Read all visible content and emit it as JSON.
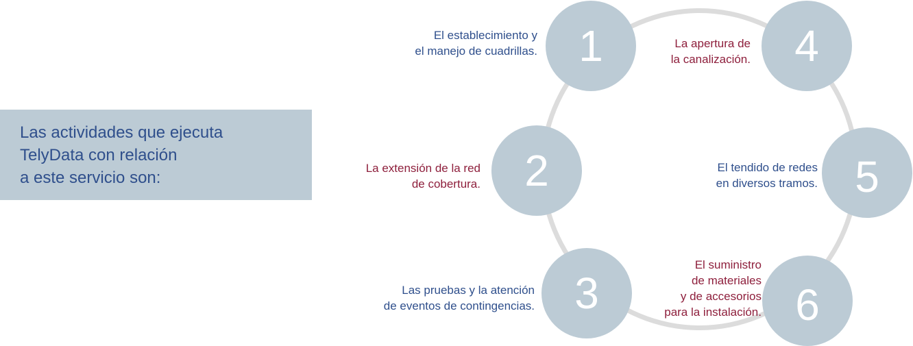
{
  "intro": {
    "lines": [
      "Las actividades que ejecuta",
      "TelyData con relación",
      "a este servicio son:"
    ]
  },
  "colors": {
    "circle": "#bccbd5",
    "ring": "#dcdcdc",
    "blue_text": "#2f4f8c",
    "red_text": "#8e1f3c",
    "number_text": "#ffffff"
  },
  "steps": [
    {
      "number": "1",
      "lines": [
        "El establecimiento y",
        "el manejo de cuadrillas."
      ],
      "color": "#2f4f8c"
    },
    {
      "number": "2",
      "lines": [
        "La extensión de la red",
        "de cobertura."
      ],
      "color": "#8e1f3c"
    },
    {
      "number": "3",
      "lines": [
        "Las pruebas y la atención",
        "de eventos de contingencias."
      ],
      "color": "#2f4f8c"
    },
    {
      "number": "4",
      "lines": [
        "La apertura de",
        "la canalización."
      ],
      "color": "#8e1f3c"
    },
    {
      "number": "5",
      "lines": [
        "El tendido de redes",
        "en diversos tramos."
      ],
      "color": "#2f4f8c"
    },
    {
      "number": "6",
      "lines": [
        "El suministro",
        "de materiales",
        "y de accesorios",
        "para la instalación."
      ],
      "color": "#8e1f3c"
    }
  ]
}
